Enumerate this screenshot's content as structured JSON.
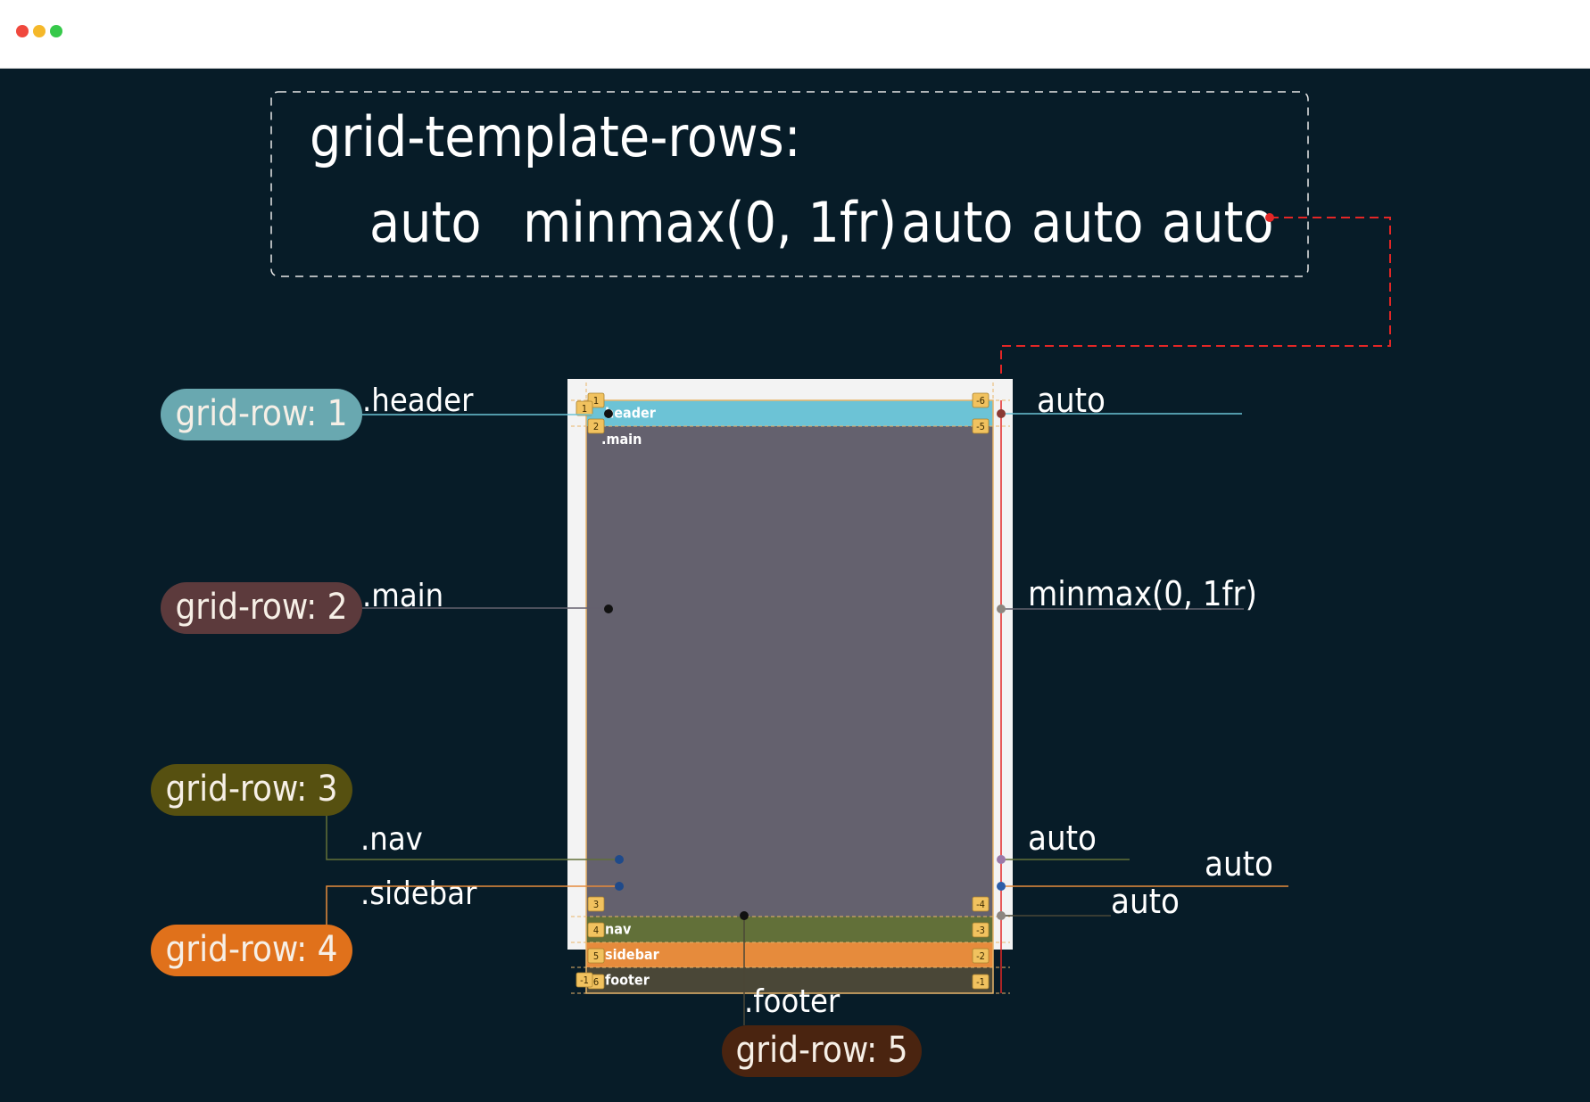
{
  "window": {
    "buttons": [
      {
        "name": "close",
        "color": "#f0483d"
      },
      {
        "name": "minimize",
        "color": "#f5b82a"
      },
      {
        "name": "maximize",
        "color": "#36c94a"
      }
    ]
  },
  "code": {
    "property": "grid-template-rows:",
    "tracks": [
      "auto",
      "minmax(0, 1fr)",
      "auto",
      "auto",
      "auto"
    ]
  },
  "grid": {
    "rows": [
      {
        "class": ".header",
        "cell_label": "header",
        "pill": "grid-row: 1",
        "track_label": "auto",
        "pill_color": "#69a8b0",
        "row_color": "#6cc3d6",
        "dot_color": "#8a3a34"
      },
      {
        "class": ".main",
        "cell_label": ".main",
        "pill": "grid-row: 2",
        "track_label": "minmax(0, 1fr)",
        "pill_color": "#5c3a3c",
        "row_color": "#64616e",
        "dot_color": "#8c8680"
      },
      {
        "class": ".nav",
        "cell_label": "nav",
        "pill": "grid-row: 3",
        "track_label": "auto",
        "pill_color": "#565010",
        "row_color": "#627039",
        "dot_color": "#9a7aa8"
      },
      {
        "class": ".sidebar",
        "cell_label": "sidebar",
        "pill": "grid-row: 4",
        "track_label": "auto",
        "pill_color": "#e0711b",
        "row_color": "#e68b3c",
        "dot_color": "#2c5ea8"
      },
      {
        "class": ".footer",
        "cell_label": "footer",
        "pill": "grid-row: 5",
        "track_label": "auto",
        "pill_color": "#4a2410",
        "row_color": "#4a4737",
        "dot_color": "#8c8680"
      }
    ],
    "line_numbers_left": [
      "1",
      "2",
      "3",
      "4",
      "5",
      "6"
    ],
    "line_numbers_right": [
      "-6",
      "-5",
      "-4",
      "-3",
      "-2",
      "-1"
    ],
    "outer_marker": "1",
    "outer_marker_neg": "-1"
  }
}
